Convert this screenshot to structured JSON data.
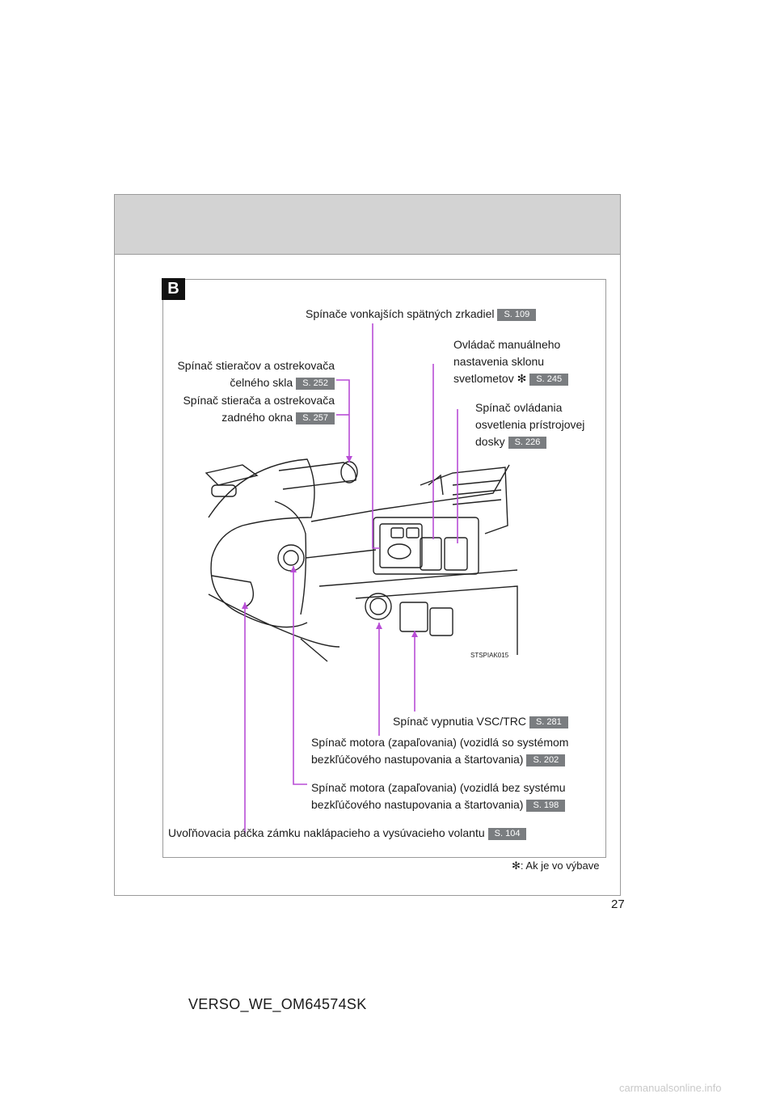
{
  "section_badge": "B",
  "labels": {
    "mirror_switches": {
      "text": "Spínače vonkajších spätných zrkadiel",
      "ref": "S. 109"
    },
    "headlight_leveling": {
      "line1": "Ovládač manuálneho",
      "line2": "nastavenia sklonu",
      "line3": "svetlometov ✻",
      "ref": "S. 245"
    },
    "front_wiper": {
      "line1": "Spínač stieračov a ostrekovača",
      "line2": "čelného skla",
      "ref": "S. 252"
    },
    "rear_wiper": {
      "line1": "Spínač stierača a ostrekovača",
      "line2": "zadného okna",
      "ref": "S. 257"
    },
    "instrument_light": {
      "line1": "Spínač ovládania",
      "line2": "osvetlenia prístrojovej",
      "line3": "dosky",
      "ref": "S. 226"
    },
    "vsc_off": {
      "text": "Spínač vypnutia VSC/TRC",
      "ref": "S. 281"
    },
    "engine_smart": {
      "line1": "Spínač motora (zapaľovania) (vozidlá so systémom",
      "line2": "bezkľúčového nastupovania a štartovania)",
      "ref": "S. 202"
    },
    "engine_key": {
      "line1": "Spínač motora (zapaľovania) (vozidlá bez systému",
      "line2": "bezkľúčového nastupovania a štartovania)",
      "ref": "S. 198"
    },
    "tilt_lever": {
      "text": "Uvoľňovacia páčka zámku naklápacieho a vysúvacieho volantu",
      "ref": "S. 104"
    }
  },
  "image_code": "STSPIAK015",
  "footnote": "✻: Ak je vo výbave",
  "page_number": "27",
  "doc_code": "VERSO_WE_OM64574SK",
  "watermark": "carmanualsonline.info",
  "colors": {
    "leader": "#b84dd6",
    "ref_badge": "#7a7d80",
    "header_band": "#d3d3d3"
  }
}
